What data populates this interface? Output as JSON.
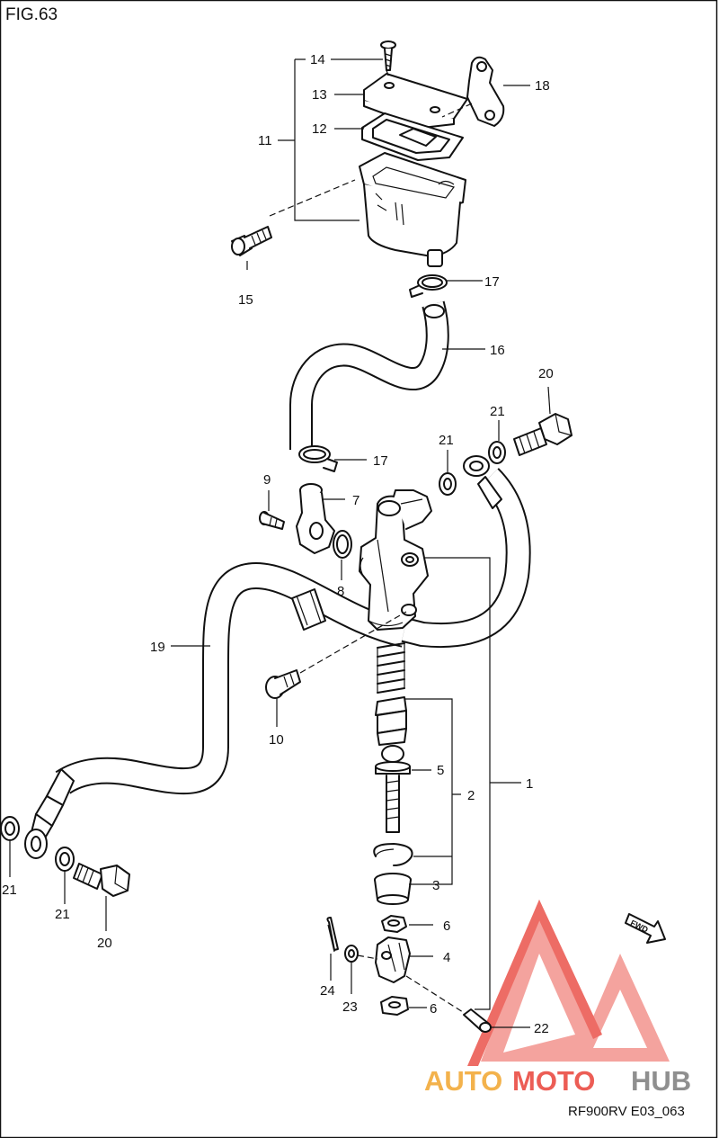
{
  "figure": {
    "title": "FIG.63",
    "code": "RF900RV E03_063"
  },
  "watermark": {
    "part1": "AUTO",
    "part2": "MOTO",
    "part3": "HUB"
  },
  "fwd_marker": {
    "text": "FWD"
  },
  "callouts": {
    "c14": "14",
    "c13": "13",
    "c12": "12",
    "c11": "11",
    "c18": "18",
    "c15": "15",
    "c17a": "17",
    "c16": "16",
    "c20a": "20",
    "c21a": "21",
    "c21b": "21",
    "c17b": "17",
    "c9": "9",
    "c7": "7",
    "c8": "8",
    "c19": "19",
    "c10": "10",
    "c5": "5",
    "c2": "2",
    "c1": "1",
    "c3": "3",
    "c6a": "6",
    "c4": "4",
    "c6b": "6",
    "c22": "22",
    "c24": "24",
    "c23": "23",
    "c21c": "21",
    "c21d": "21",
    "c20b": "20"
  },
  "colors": {
    "line": "#111111",
    "watermark_red": "#ec5d55",
    "watermark_orange": "#f3b24c",
    "watermark_grey": "#8f8f8f"
  }
}
